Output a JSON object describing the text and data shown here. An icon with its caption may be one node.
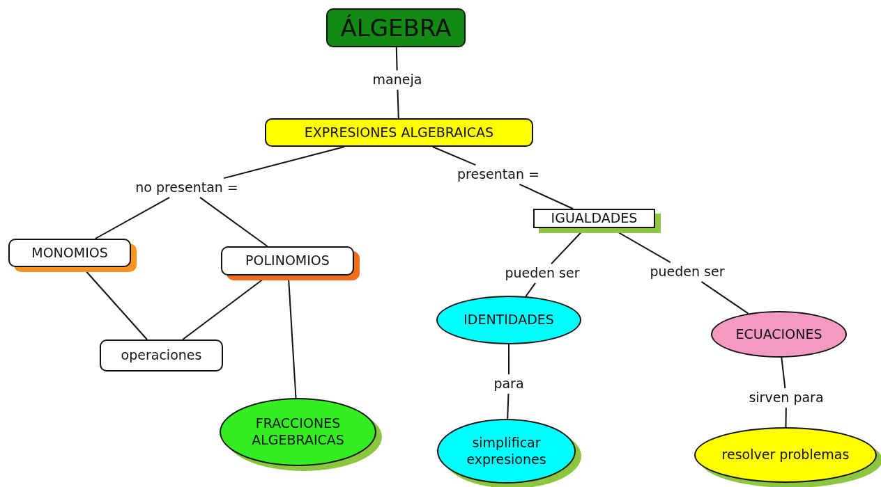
{
  "diagram": {
    "nodes": [
      {
        "text": [
          "ÁLGEBRA"
        ]
      },
      {
        "text": [
          "maneja"
        ]
      },
      {
        "text": [
          "EXPRESIONES ALGEBRAICAS"
        ]
      },
      {
        "text": [
          "no presentan ="
        ]
      },
      {
        "text": [
          "presentan ="
        ]
      },
      {
        "text": [
          "MONOMIOS"
        ]
      },
      {
        "text": [
          "POLINOMIOS"
        ]
      },
      {
        "text": [
          "IGUALDADES"
        ]
      },
      {
        "text": [
          "pueden ser"
        ]
      },
      {
        "text": [
          "pueden ser"
        ]
      },
      {
        "text": [
          "operaciones"
        ]
      },
      {
        "text": [
          "IDENTIDADES"
        ]
      },
      {
        "text": [
          "ECUACIONES"
        ]
      },
      {
        "text": [
          "FRACCIONES ALGEBRAICAS"
        ]
      },
      {
        "text": [
          "para"
        ]
      },
      {
        "text": [
          "sirven para"
        ]
      },
      {
        "text": [
          "simplificar expresiones"
        ]
      },
      {
        "text": [
          "resolver problemas"
        ]
      }
    ],
    "edges": [
      {
        "from": 0,
        "to": 1,
        "arrow": "none"
      },
      {
        "from": 1,
        "to": 2,
        "arrow": "none"
      },
      {
        "from": 2,
        "to": 3,
        "arrow": "none"
      },
      {
        "from": 2,
        "to": 4,
        "arrow": "none"
      },
      {
        "from": 3,
        "to": 5,
        "arrow": "none"
      },
      {
        "from": 3,
        "to": 6,
        "arrow": "none"
      },
      {
        "from": 4,
        "to": 7,
        "arrow": "none"
      },
      {
        "from": 5,
        "to": 10,
        "arrow": "none"
      },
      {
        "from": 6,
        "to": 10,
        "arrow": "none"
      },
      {
        "from": 6,
        "to": 13,
        "arrow": "none"
      },
      {
        "from": 7,
        "to": 8,
        "arrow": "none"
      },
      {
        "from": 7,
        "to": 9,
        "arrow": "none"
      },
      {
        "from": 8,
        "to": 11,
        "arrow": "none"
      },
      {
        "from": 9,
        "to": 12,
        "arrow": "none"
      },
      {
        "from": 11,
        "to": 14,
        "arrow": "none"
      },
      {
        "from": 14,
        "to": 16,
        "arrow": "none"
      },
      {
        "from": 12,
        "to": 15,
        "arrow": "none"
      },
      {
        "from": 15,
        "to": 17,
        "arrow": "none"
      }
    ]
  }
}
